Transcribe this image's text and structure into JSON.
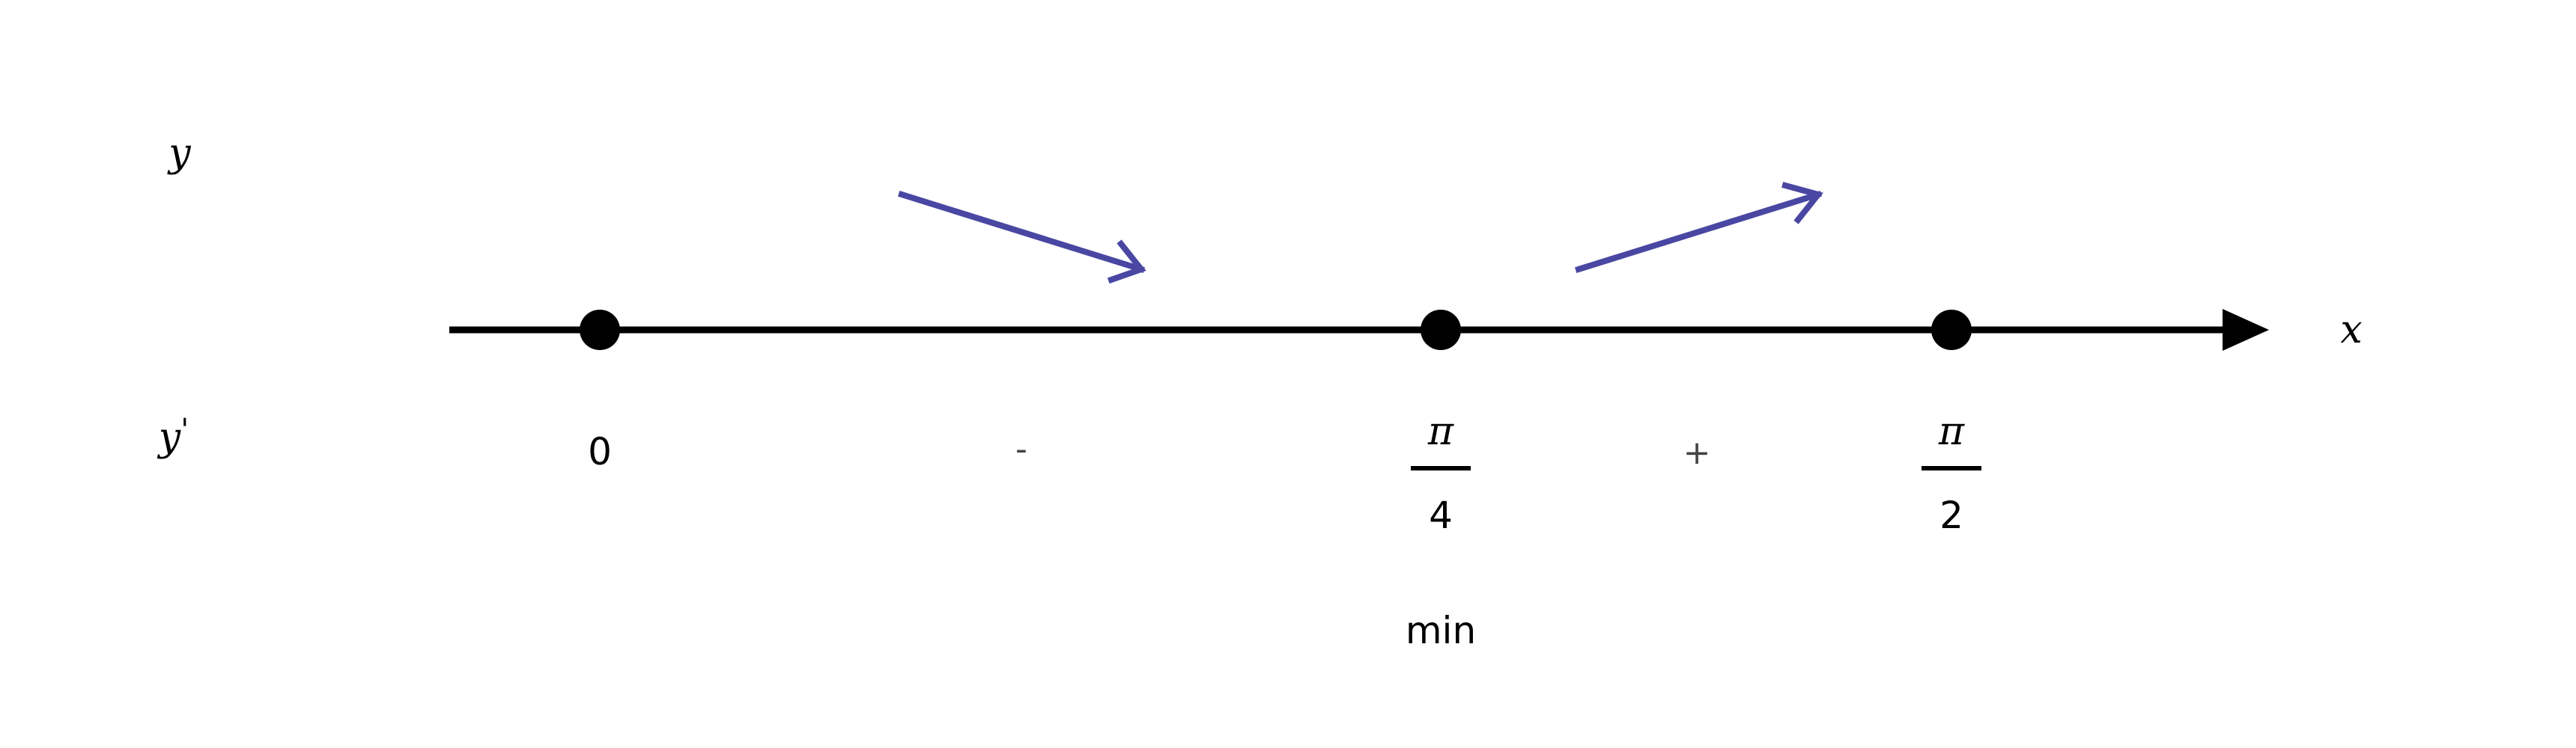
{
  "rows": {
    "function_label": "y",
    "derivative_label": "y",
    "derivative_prime": "'"
  },
  "axis": {
    "label": "x"
  },
  "points": [
    {
      "kind": "integer",
      "text": "0"
    },
    {
      "kind": "fraction",
      "numerator": "π",
      "denominator": "4"
    },
    {
      "kind": "fraction",
      "numerator": "π",
      "denominator": "2"
    }
  ],
  "intervals": [
    {
      "sign": "-",
      "trend": "decreasing"
    },
    {
      "sign": "+",
      "trend": "increasing"
    }
  ],
  "extremum": {
    "text": "min"
  },
  "colors": {
    "axis": "#000000",
    "arrow": "#4a47a3"
  }
}
